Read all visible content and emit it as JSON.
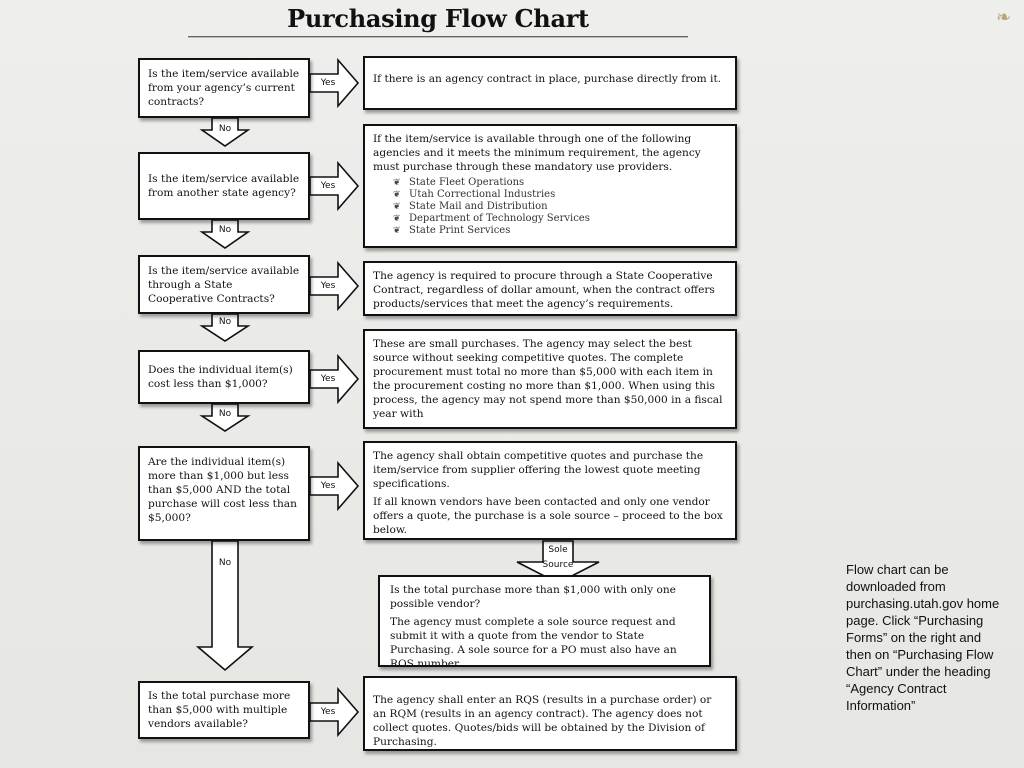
{
  "title": "Purchasing Flow Chart",
  "questions": [
    "Is the item/service available from your agency’s current contracts?",
    "Is the item/service available from another state agency?",
    "Is the item/service available through a State Cooperative Contracts?",
    "Does the individual item(s) cost less than $1,000?",
    "Are the individual item(s) more than $1,000 but less than $5,000 AND the total purchase will cost less than $5,000?",
    "Is the total purchase more than $5,000 with multiple vendors available?"
  ],
  "answers": [
    {
      "text": "If there is an agency contract in place, purchase directly from it."
    },
    {
      "text": "If the item/service is available through one of the following agencies and it meets the minimum requirement, the agency must purchase through these mandatory use providers.",
      "items": [
        "State Fleet Operations",
        "Utah Correctional Industries",
        "State Mail and Distribution",
        "Department of Technology Services",
        "State Print Services"
      ]
    },
    {
      "text": "The agency is required to procure through a State Cooperative Contract, regardless of dollar amount, when the contract offers products/services that meet the agency’s requirements."
    },
    {
      "text": "These are small purchases. The agency may select the best source without seeking competitive quotes. The complete procurement must total no more than $5,000 with each item in the procurement costing no more than $1,000. When using this process, the agency may not spend more than $50,000 in a fiscal year with"
    },
    {
      "text": "The agency shall obtain competitive quotes and purchase the item/service from supplier offering the lowest quote meeting specifications.",
      "text2": "If all known vendors have been contacted and only one vendor offers a quote, the purchase is a sole source – proceed to the box below."
    },
    {
      "text": "The agency shall enter an RQS (results in a purchase order) or an RQM (results in an agency contract).  The agency does not collect quotes. Quotes/bids will be obtained by the Division of Purchasing."
    }
  ],
  "sole_source_box": {
    "text": "Is the total purchase more than $1,000 with only one possible vendor?",
    "text2": "The agency must complete a sole source request and submit it with a quote from the vendor to State Purchasing. A sole source for a PO must also have an RQS number."
  },
  "labels": {
    "yes": "Yes",
    "no": "No",
    "sole_1": "Sole",
    "sole_2": "Source"
  },
  "note": "Flow chart can be downloaded from purchasing.utah.gov home page. Click “Purchasing Forms” on the right and then on “Purchasing Flow Chart” under the heading “Agency Contract Information”",
  "icons": {
    "bullet": "ornament-bullet-icon",
    "corner": "slide-corner-ornament-icon"
  }
}
